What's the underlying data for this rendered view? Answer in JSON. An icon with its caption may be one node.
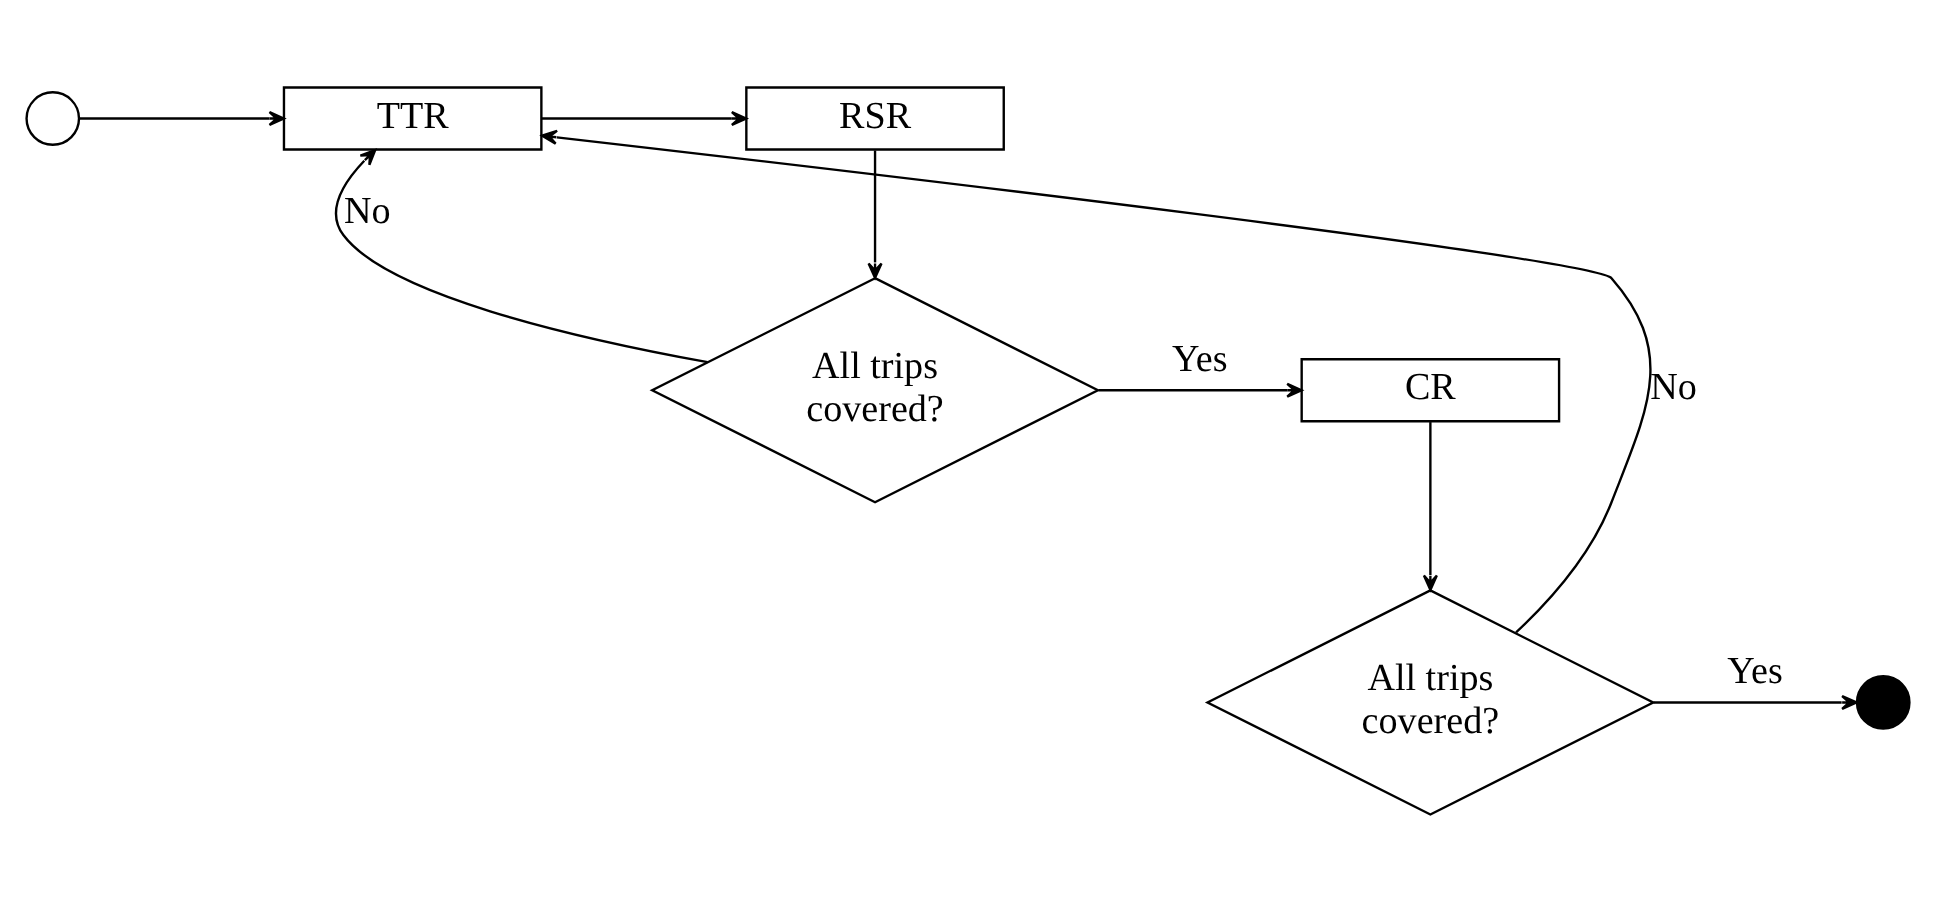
{
  "diagram": {
    "nodes": [
      {
        "text": [],
        "shape": "circle"
      },
      {
        "text": [
          "TTR"
        ]
      },
      {
        "text": [
          "RSR"
        ]
      },
      {
        "text": [
          "All trips covered?"
        ]
      },
      {
        "text": [
          "CR"
        ]
      },
      {
        "text": [
          "All trips covered?"
        ]
      },
      {
        "text": [],
        "shape": "circle"
      }
    ],
    "edges": [
      {
        "from": 0,
        "to": 1,
        "arrow": "to"
      },
      {
        "from": 1,
        "to": 2,
        "arrow": "to"
      },
      {
        "from": 2,
        "to": 3,
        "arrow": "to"
      },
      {
        "from": 3,
        "to": 1,
        "arrow": "to",
        "label": "No"
      },
      {
        "from": 3,
        "to": 4,
        "arrow": "to",
        "label": "Yes"
      },
      {
        "from": 4,
        "to": 5,
        "arrow": "to"
      },
      {
        "from": 5,
        "to": 1,
        "arrow": "to",
        "label": "No"
      },
      {
        "from": 5,
        "to": 6,
        "arrow": "to",
        "label": "Yes"
      }
    ]
  }
}
